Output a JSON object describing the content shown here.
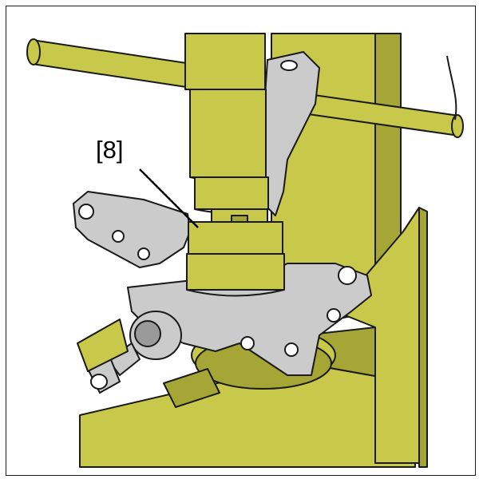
{
  "diagram": {
    "callout_label": "[8]",
    "colors": {
      "press": "#c8c84a",
      "press_dark": "#9c9c2a",
      "knuckle": "#c9c9c9",
      "knuckle_dark": "#8a8a8a",
      "outline": "#1a1a1a"
    },
    "icons": [
      "hydraulic-press-ram",
      "steering-knuckle",
      "ball-joint",
      "wheel-hub-plate",
      "press-bed"
    ]
  }
}
